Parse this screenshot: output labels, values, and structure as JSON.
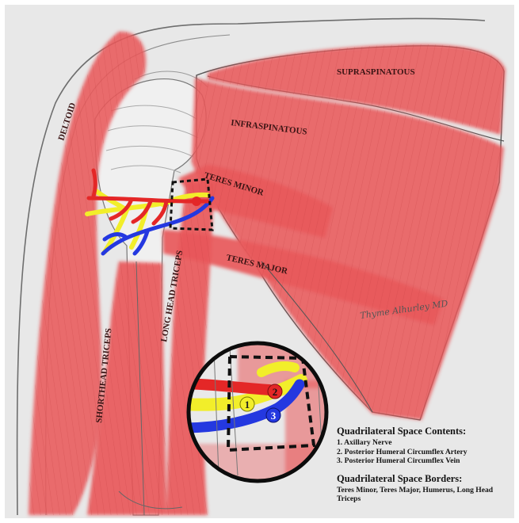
{
  "labels": {
    "supraspinatous": "SUPRASPINATOUS",
    "infraspinatous": "INFRASPINATOUS",
    "deltoid": "DELTOID",
    "teres_minor": "TERES MINOR",
    "teres_major": "TERES MAJOR",
    "long_head_triceps": "LONG HEAD TRICEPS",
    "shorthead_triceps": "SHORTHEAD TRICEPS"
  },
  "inset_markers": [
    "1",
    "2",
    "3"
  ],
  "signature": "Thyme Alhurley MD",
  "contents": {
    "title": "Quadrilateral Space Contents:",
    "items": [
      "1. Axillary Nerve",
      "2. Posterior Humeral Circumflex Artery",
      "3. Posterior Humeral Circumflex Vein"
    ]
  },
  "borders": {
    "title": "Quadrilateral Space Borders:",
    "text": "Teres Minor, Teres Major, Humerus, Long Head Triceps"
  },
  "colors": {
    "muscle": "#e8585a",
    "nerve": "#f2ee2a",
    "artery": "#e42727",
    "vein": "#2438e0",
    "background": "#e9e9e9"
  }
}
